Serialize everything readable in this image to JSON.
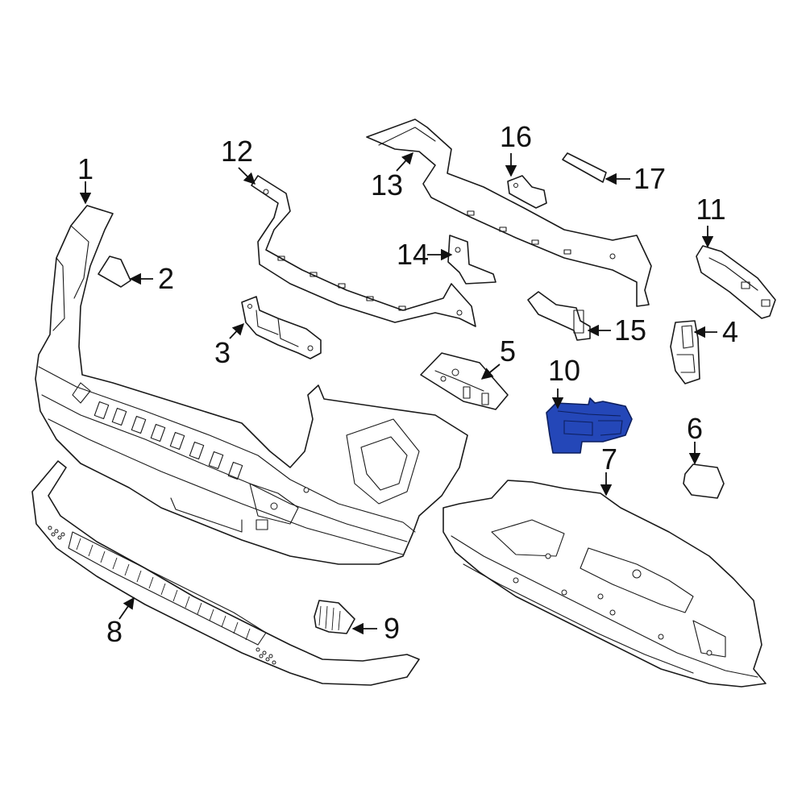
{
  "diagram": {
    "highlight_color": "#2447b8",
    "line_color": "#1a1a1a",
    "background": "#ffffff",
    "callouts": [
      {
        "id": "1",
        "label": "1"
      },
      {
        "id": "2",
        "label": "2"
      },
      {
        "id": "3",
        "label": "3"
      },
      {
        "id": "4",
        "label": "4"
      },
      {
        "id": "5",
        "label": "5"
      },
      {
        "id": "6",
        "label": "6"
      },
      {
        "id": "7",
        "label": "7"
      },
      {
        "id": "8",
        "label": "8"
      },
      {
        "id": "9",
        "label": "9"
      },
      {
        "id": "10",
        "label": "10",
        "highlighted": true
      },
      {
        "id": "11",
        "label": "11"
      },
      {
        "id": "12",
        "label": "12"
      },
      {
        "id": "13",
        "label": "13"
      },
      {
        "id": "14",
        "label": "14"
      },
      {
        "id": "15",
        "label": "15"
      },
      {
        "id": "16",
        "label": "16"
      },
      {
        "id": "17",
        "label": "17"
      }
    ]
  }
}
